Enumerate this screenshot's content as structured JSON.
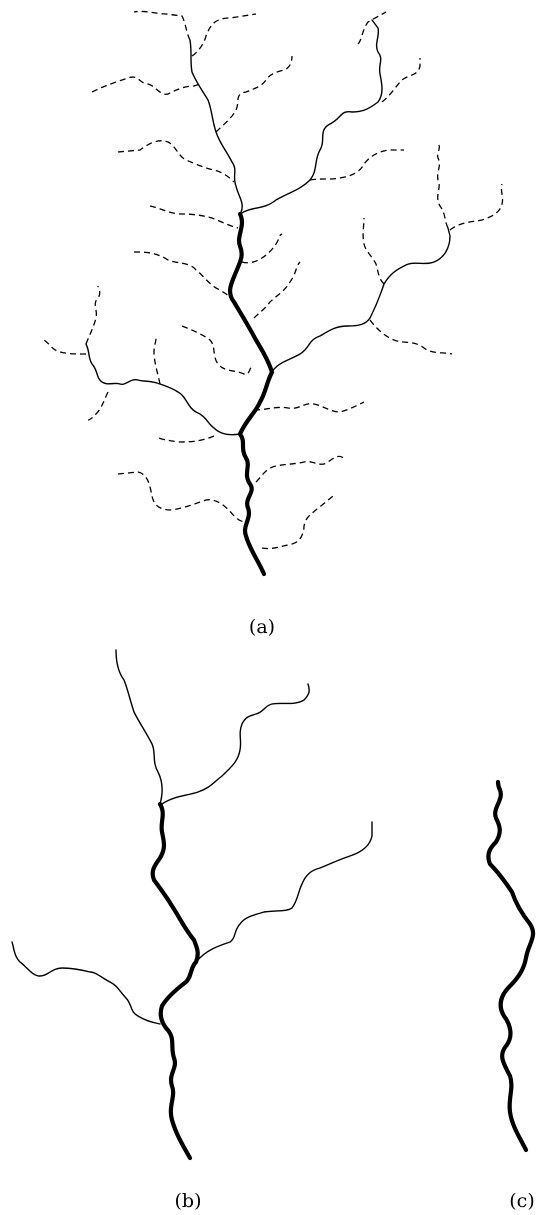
{
  "panels": {
    "a": {
      "label": "(a)"
    },
    "b": {
      "label": "(b)"
    },
    "c": {
      "label": "(c)"
    }
  },
  "colors": {
    "stroke": "#000000",
    "background": "#ffffff"
  }
}
